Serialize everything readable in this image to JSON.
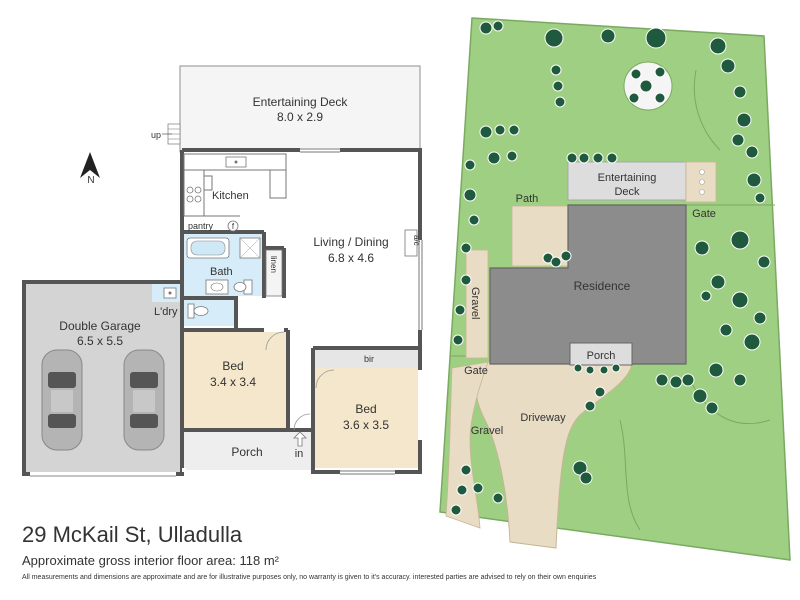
{
  "address": "29 McKail St, Ulladulla",
  "floor_area": "Approximate gross interior floor area: 118 m²",
  "disclaimer": "All measurements and dimensions are approximate and are for illustrative purposes only, no warranty is given to it's accuracy. interested parties are advised to rely on their own enquiries",
  "compass": {
    "label": "N",
    "icon": "north-arrow-icon"
  },
  "floor_plan": {
    "entertaining_deck": {
      "name": "Entertaining Deck",
      "dims": "8.0 x 2.9",
      "stair_label": "up"
    },
    "kitchen": {
      "name": "Kitchen"
    },
    "pantry": {
      "name": "pantry",
      "fridge": "f"
    },
    "living_dining": {
      "name": "Living / Dining",
      "dims": "6.8 x 4.6",
      "ac": "a/c"
    },
    "bath": {
      "name": "Bath"
    },
    "linen": {
      "name": "linen"
    },
    "laundry": {
      "name": "L'dry"
    },
    "double_garage": {
      "name": "Double Garage",
      "dims": "6.5 x 5.5"
    },
    "bed1": {
      "name": "Bed",
      "dims": "3.4 x 3.4"
    },
    "bed2": {
      "name": "Bed",
      "dims": "3.6 x 3.5",
      "bir": "bir"
    },
    "porch": {
      "name": "Porch",
      "entry": "in"
    }
  },
  "site_plan": {
    "entertaining_deck": {
      "name": "Entertaining",
      "name2": "Deck"
    },
    "path": "Path",
    "gate_top": "Gate",
    "residence": "Residence",
    "gravel_side": "Gravel",
    "porch": "Porch",
    "gate_bottom": "Gate",
    "gravel_front": "Gravel",
    "driveway": "Driveway"
  },
  "colors": {
    "wall": "#555555",
    "room": "#ffffff",
    "wet_area": "#d6ecf8",
    "bedroom": "#f4e7cb",
    "garage": "#d4d4d4",
    "deck": "#f5f5f5",
    "lawn": "#9fcf82",
    "driveway": "#e9dcc5",
    "roof": "#8c8c8c",
    "tree": "#1f5a3e"
  }
}
